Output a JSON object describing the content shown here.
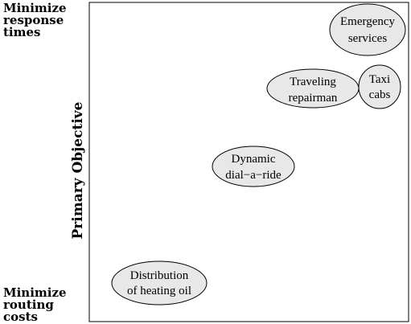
{
  "axis": {
    "title": "Primary Objective",
    "top_label": [
      "Minimize",
      "response",
      "times"
    ],
    "bottom_label": [
      "Minimize",
      "routing",
      "costs"
    ]
  },
  "nodes": [
    {
      "id": "emergency-services",
      "lines": [
        "Emergency",
        "services"
      ],
      "fill": "#e8e8e8"
    },
    {
      "id": "taxi-cabs",
      "lines": [
        "Taxi",
        "cabs"
      ],
      "fill": "#e8e8e8"
    },
    {
      "id": "traveling-repairman",
      "lines": [
        "Traveling",
        "repairman"
      ],
      "fill": "#e8e8e8"
    },
    {
      "id": "dynamic-dial-a-ride",
      "lines": [
        "Dynamic",
        "dial−a−ride"
      ],
      "fill": "#e8e8e8"
    },
    {
      "id": "distribution-of-heating-oil",
      "lines": [
        "Distribution",
        "of heating oil"
      ],
      "fill": "#e8e8e8"
    }
  ]
}
